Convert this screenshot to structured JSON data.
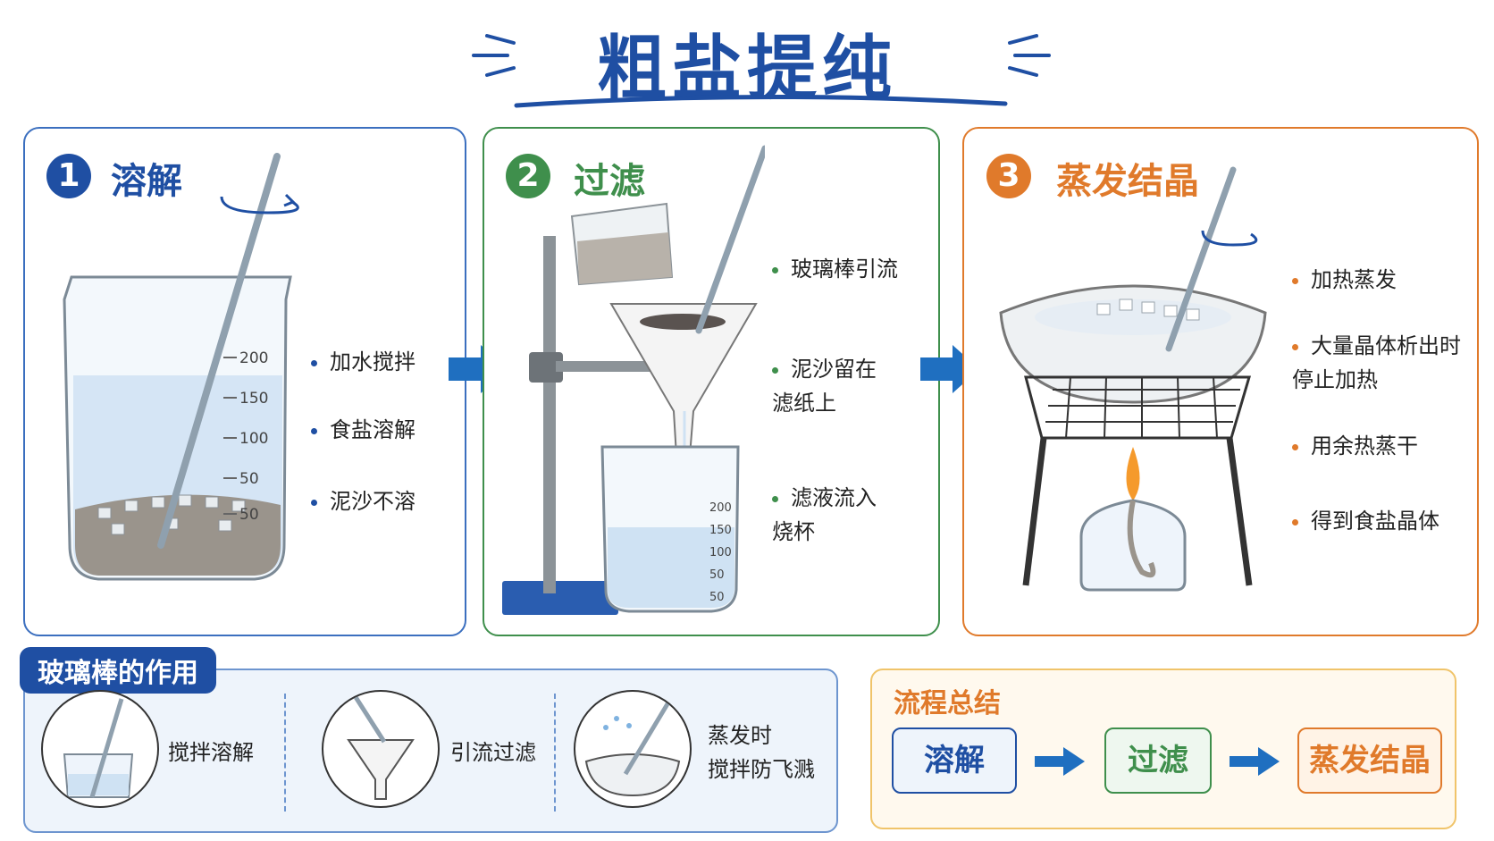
{
  "title": "粗盐提纯",
  "colors": {
    "blue": "#1f4fa3",
    "green": "#3f8f4c",
    "orange": "#e07a2b",
    "summary_border": "#f0c46a"
  },
  "steps": [
    {
      "number": "1",
      "title": "溶解",
      "bullets": [
        "加水搅拌",
        "食盐溶解",
        "泥沙不溶"
      ],
      "beaker_scale": [
        "200",
        "150",
        "100",
        "50",
        "50"
      ]
    },
    {
      "number": "2",
      "title": "过滤",
      "bullets": [
        "玻璃棒引流",
        "泥沙留在\n滤纸上",
        "滤液流入\n烧杯"
      ],
      "beaker_scale": [
        "200",
        "150",
        "100",
        "50",
        "50"
      ]
    },
    {
      "number": "3",
      "title": "蒸发结晶",
      "bullets": [
        "加热蒸发",
        "大量晶体析出时\n停止加热",
        "用余热蒸干",
        "得到食盐晶体"
      ]
    }
  ],
  "glass_rod_roles": {
    "heading": "玻璃棒的作用",
    "items": [
      "搅拌溶解",
      "引流过滤",
      "蒸发时\n搅拌防飞溅"
    ]
  },
  "summary": {
    "heading": "流程总结",
    "flow": [
      "溶解",
      "过滤",
      "蒸发结晶"
    ]
  }
}
